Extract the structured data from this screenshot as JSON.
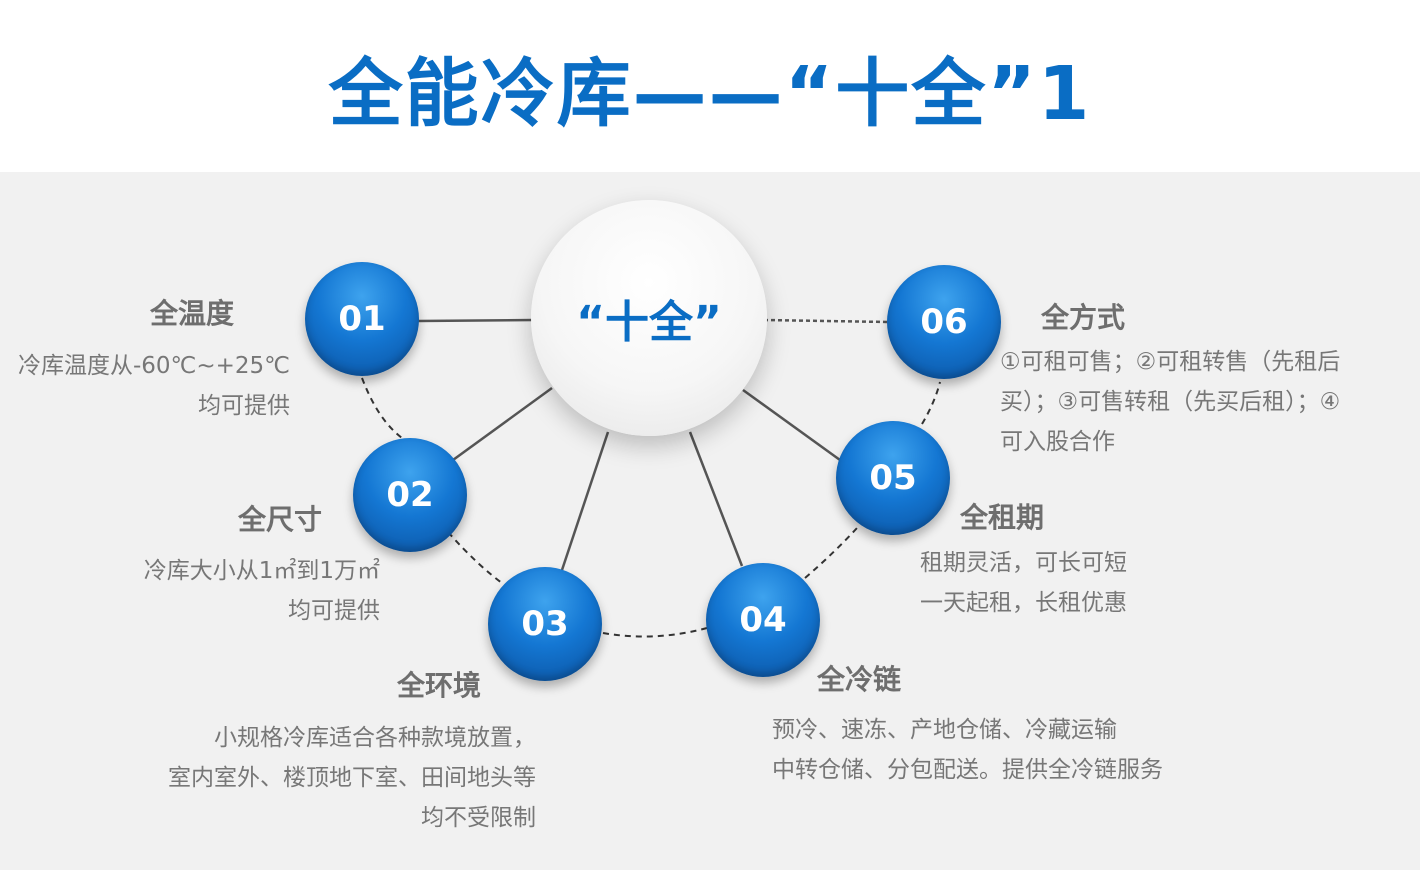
{
  "title": "全能冷库——“十全”1",
  "center_label": "“十全”",
  "items": [
    {
      "num": "01",
      "heading": "全温度",
      "lines": [
        "冷库温度从-60℃~+25℃",
        "均可提供"
      ]
    },
    {
      "num": "02",
      "heading": "全尺寸",
      "lines": [
        "冷库大小从1㎡到1万㎡",
        "均可提供"
      ]
    },
    {
      "num": "03",
      "heading": "全环境",
      "lines": [
        "小规格冷库适合各种款境放置，",
        "室内室外、楼顶地下室、田间地头等",
        "均不受限制"
      ]
    },
    {
      "num": "04",
      "heading": "全冷链",
      "lines": [
        "预冷、速冻、产地仓储、冷藏运输",
        "中转仓储、分包配送。提供全冷链服务"
      ]
    },
    {
      "num": "05",
      "heading": "全租期",
      "lines": [
        "租期灵活，可长可短",
        "一天起租，长租优惠"
      ]
    },
    {
      "num": "06",
      "heading": "全方式",
      "lines": [
        "①可租可售；②可租转售（先租后",
        "买）；③可售转租（先买后租）；④",
        "可入股合作"
      ]
    }
  ],
  "colors": {
    "accent": "#0a6dc4",
    "node": "#1477d3",
    "panel": "#f1f1f1"
  }
}
